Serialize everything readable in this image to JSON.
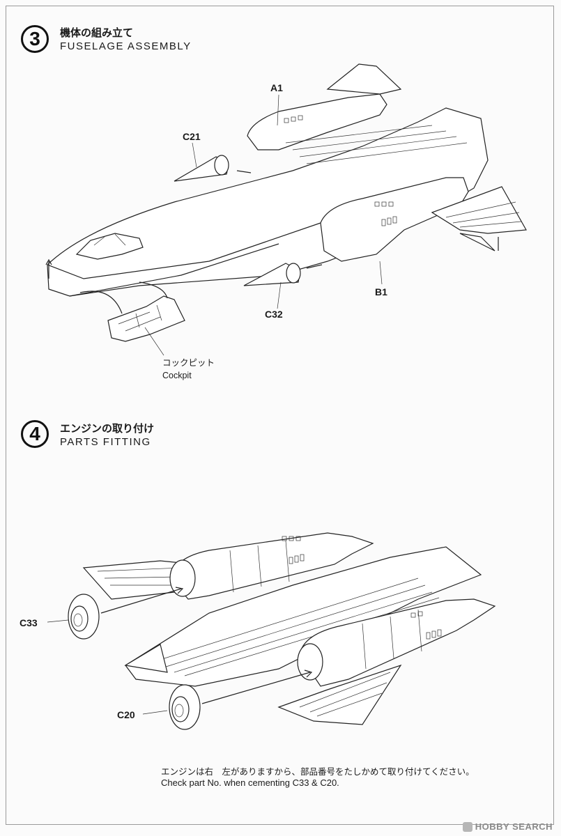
{
  "step3": {
    "number": "3",
    "title_jp": "機体の組み立て",
    "title_en": "FUSELAGE ASSEMBLY",
    "labels": {
      "a1": "A1",
      "c21": "C21",
      "c32": "C32",
      "b1": "B1"
    },
    "cockpit_jp": "コックピット",
    "cockpit_en": "Cockpit"
  },
  "step4": {
    "number": "4",
    "title_jp": "エンジンの取り付け",
    "title_en": "PARTS FITTING",
    "labels": {
      "c33": "C33",
      "c20": "C20"
    },
    "note_jp": "エンジンは右　左がありますから、部品番号をたしかめて取り付けてください。",
    "note_en": "Check part No. when cementing C33 & C20."
  },
  "watermark": {
    "text": "HOBBY SEARCH"
  }
}
